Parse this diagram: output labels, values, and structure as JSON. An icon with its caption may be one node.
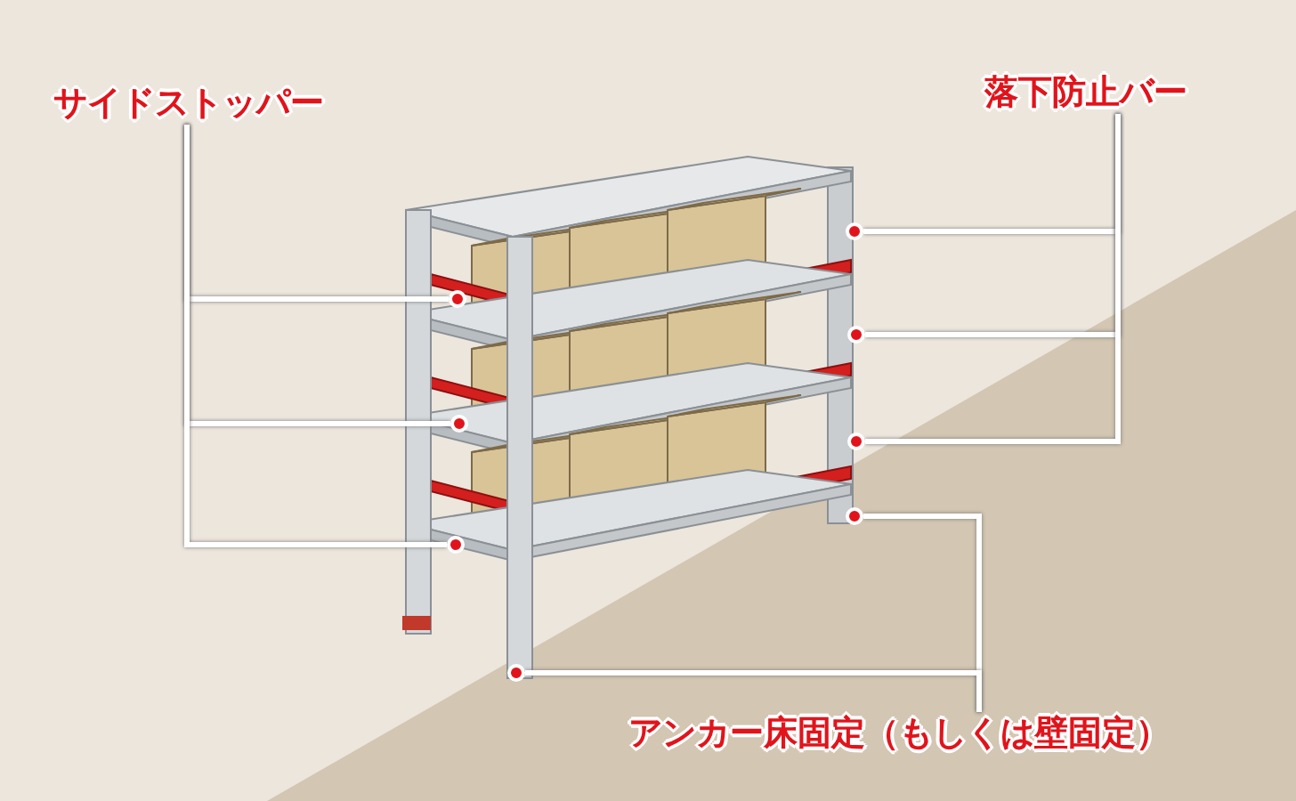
{
  "diagram": {
    "nodes": [
      {
        "text": [
          "サイドストッパー"
        ]
      },
      {
        "text": [],
        "shape": "circle"
      },
      {
        "text": [],
        "shape": "circle"
      },
      {
        "text": [],
        "shape": "circle"
      },
      {
        "text": [
          "落下防止バー"
        ]
      },
      {
        "text": [],
        "shape": "circle"
      },
      {
        "text": [],
        "shape": "circle"
      },
      {
        "text": [],
        "shape": "circle"
      },
      {
        "text": [
          "アンカー床固定（もしくは壁固定）"
        ]
      },
      {
        "text": [],
        "shape": "circle"
      },
      {
        "text": [],
        "shape": "circle"
      }
    ],
    "edges": [
      {
        "from": 0,
        "to": 1,
        "arrow": "none"
      },
      {
        "from": 0,
        "to": 2,
        "arrow": "none"
      },
      {
        "from": 0,
        "to": 3,
        "arrow": "none"
      },
      {
        "from": 4,
        "to": 5,
        "arrow": "none"
      },
      {
        "from": 4,
        "to": 6,
        "arrow": "none"
      },
      {
        "from": 4,
        "to": 7,
        "arrow": "none"
      },
      {
        "from": 8,
        "to": 9,
        "arrow": "none"
      },
      {
        "from": 8,
        "to": 10,
        "arrow": "none"
      }
    ]
  }
}
